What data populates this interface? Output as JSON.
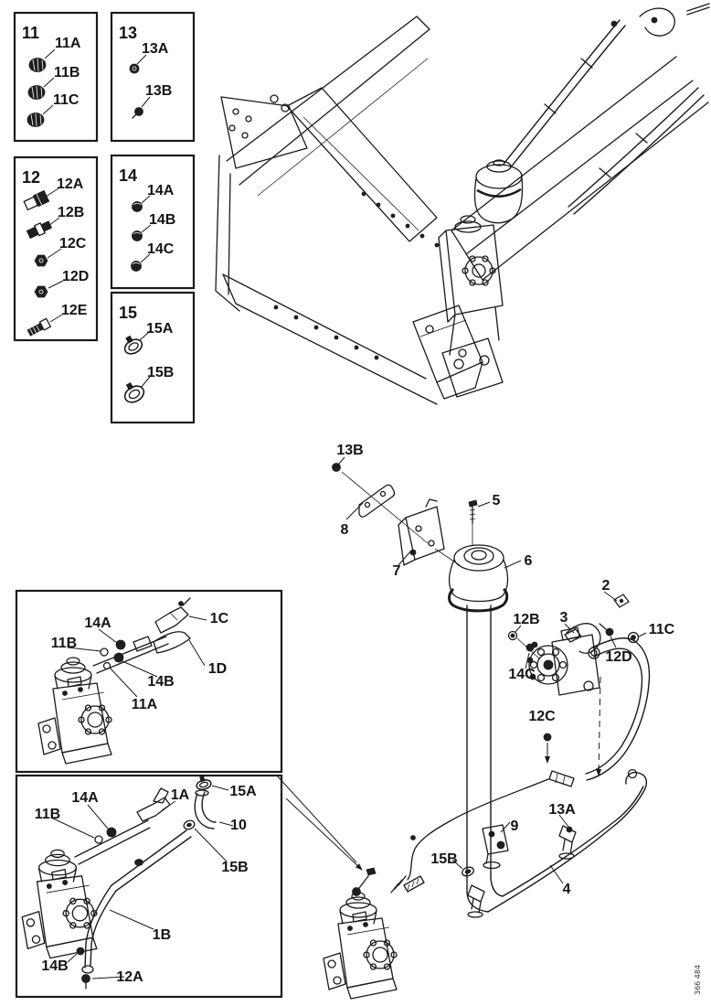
{
  "page": {
    "background": "#ffffff",
    "ink": "#1a1a1a"
  },
  "figure": {
    "footer_code": "366 484"
  },
  "legend": {
    "boxes": [
      {
        "id": "11",
        "items": [
          "11A",
          "11B",
          "11C"
        ]
      },
      {
        "id": "13",
        "items": [
          "13A",
          "13B"
        ]
      },
      {
        "id": "12",
        "items": [
          "12A",
          "12B",
          "12C",
          "12D",
          "12E"
        ]
      },
      {
        "id": "14",
        "items": [
          "14A",
          "14B",
          "14C"
        ]
      },
      {
        "id": "15",
        "items": [
          "15A",
          "15B"
        ]
      }
    ]
  },
  "callouts": {
    "main": [
      "13B",
      "8",
      "7",
      "5",
      "6",
      "2",
      "3",
      "12B",
      "11C",
      "12D",
      "14C",
      "12C",
      "9",
      "13A",
      "4",
      "15B"
    ],
    "inset_top": [
      "14A",
      "1C",
      "11B",
      "1D",
      "14B",
      "11A"
    ],
    "inset_bottom": [
      "14A",
      "1A",
      "15A",
      "11B",
      "10",
      "15B",
      "1B",
      "14B",
      "12A"
    ]
  }
}
